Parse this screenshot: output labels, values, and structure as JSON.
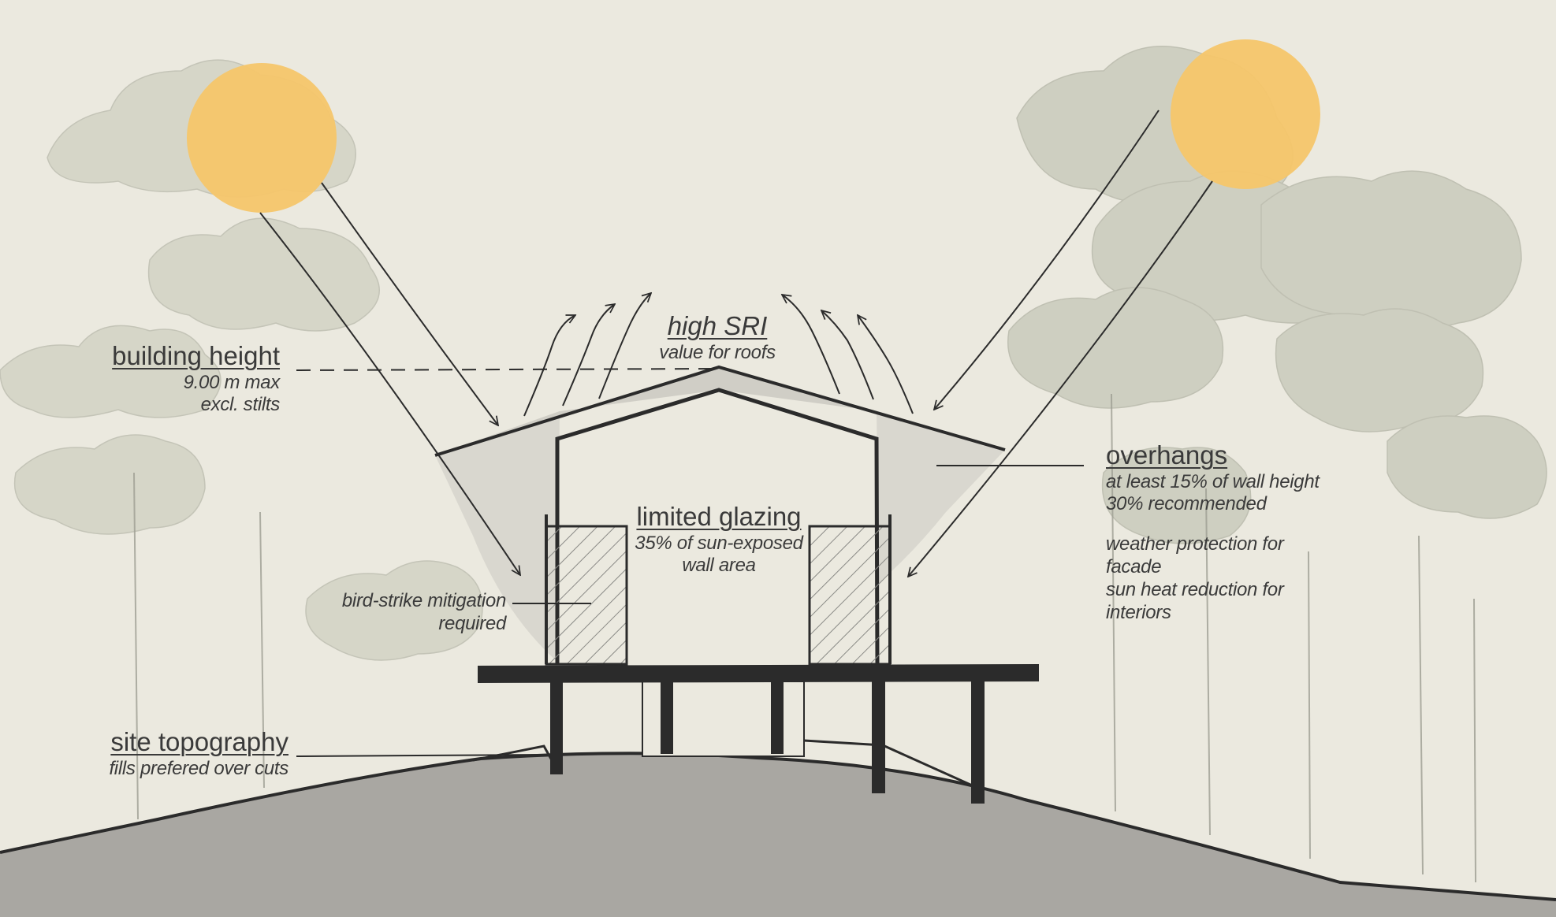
{
  "colors": {
    "background": "#ebe9df",
    "sun": "#f5c66a",
    "tree": "#c9cbbb",
    "ground": "#a9a7a2",
    "ink": "#2b2b2b",
    "overhang": "#d7d5cd"
  },
  "labels": {
    "building_height": {
      "title": "building height",
      "line1": "9.00 m max",
      "line2": "excl. stilts"
    },
    "high_sri": {
      "title": "high SRI",
      "line1": "value for roofs"
    },
    "overhangs": {
      "title": "overhangs",
      "line1": "at least 15% of wall height",
      "line2": "30% recommended",
      "line3": "weather protection for",
      "line4": "facade",
      "line5": "sun heat reduction for",
      "line6": "interiors"
    },
    "limited_glazing": {
      "title": "limited glazing",
      "line1": "35% of sun-exposed",
      "line2": "wall area"
    },
    "bird_strike": {
      "line1": "bird-strike mitigation",
      "line2": "required"
    },
    "site_topography": {
      "title": "site topography",
      "line1": "fills prefered over cuts"
    }
  }
}
